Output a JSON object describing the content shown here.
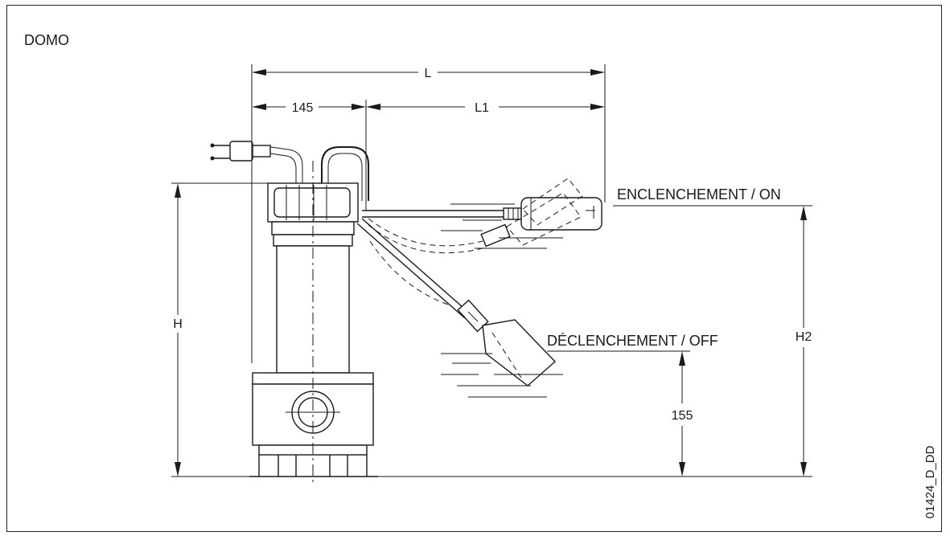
{
  "title": "DOMO",
  "dimensions": {
    "L": "L",
    "L1": "L1",
    "d145": "145",
    "H": "H",
    "H2": "H2",
    "d155": "155"
  },
  "levels": {
    "on": "ENCLENCHEMENT / ON",
    "off": "DÉCLENCHEMENT / OFF"
  },
  "drawing_ref": "01424_D_DD"
}
